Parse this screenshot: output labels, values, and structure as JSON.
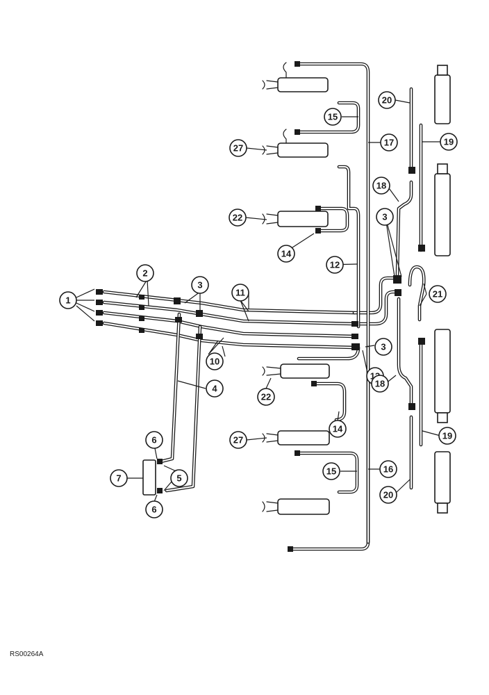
{
  "drawing_ref": "RS00264A",
  "callouts": [
    {
      "id": "c1",
      "label": "1"
    },
    {
      "id": "c2",
      "label": "2"
    },
    {
      "id": "c3a",
      "label": "3"
    },
    {
      "id": "c3b",
      "label": "3"
    },
    {
      "id": "c3c",
      "label": "3"
    },
    {
      "id": "c4",
      "label": "4"
    },
    {
      "id": "c5",
      "label": "5"
    },
    {
      "id": "c6a",
      "label": "6"
    },
    {
      "id": "c6b",
      "label": "6"
    },
    {
      "id": "c7",
      "label": "7"
    },
    {
      "id": "c10",
      "label": "10"
    },
    {
      "id": "c11",
      "label": "11"
    },
    {
      "id": "c12",
      "label": "12"
    },
    {
      "id": "c13",
      "label": "13"
    },
    {
      "id": "c14a",
      "label": "14"
    },
    {
      "id": "c14b",
      "label": "14"
    },
    {
      "id": "c15a",
      "label": "15"
    },
    {
      "id": "c15b",
      "label": "15"
    },
    {
      "id": "c16",
      "label": "16"
    },
    {
      "id": "c17",
      "label": "17"
    },
    {
      "id": "c18a",
      "label": "18"
    },
    {
      "id": "c18b",
      "label": "18"
    },
    {
      "id": "c19a",
      "label": "19"
    },
    {
      "id": "c19b",
      "label": "19"
    },
    {
      "id": "c20a",
      "label": "20"
    },
    {
      "id": "c20b",
      "label": "20"
    },
    {
      "id": "c21",
      "label": "21"
    },
    {
      "id": "c22a",
      "label": "22"
    },
    {
      "id": "c22b",
      "label": "22"
    },
    {
      "id": "c27a",
      "label": "27"
    },
    {
      "id": "c27b",
      "label": "27"
    }
  ]
}
